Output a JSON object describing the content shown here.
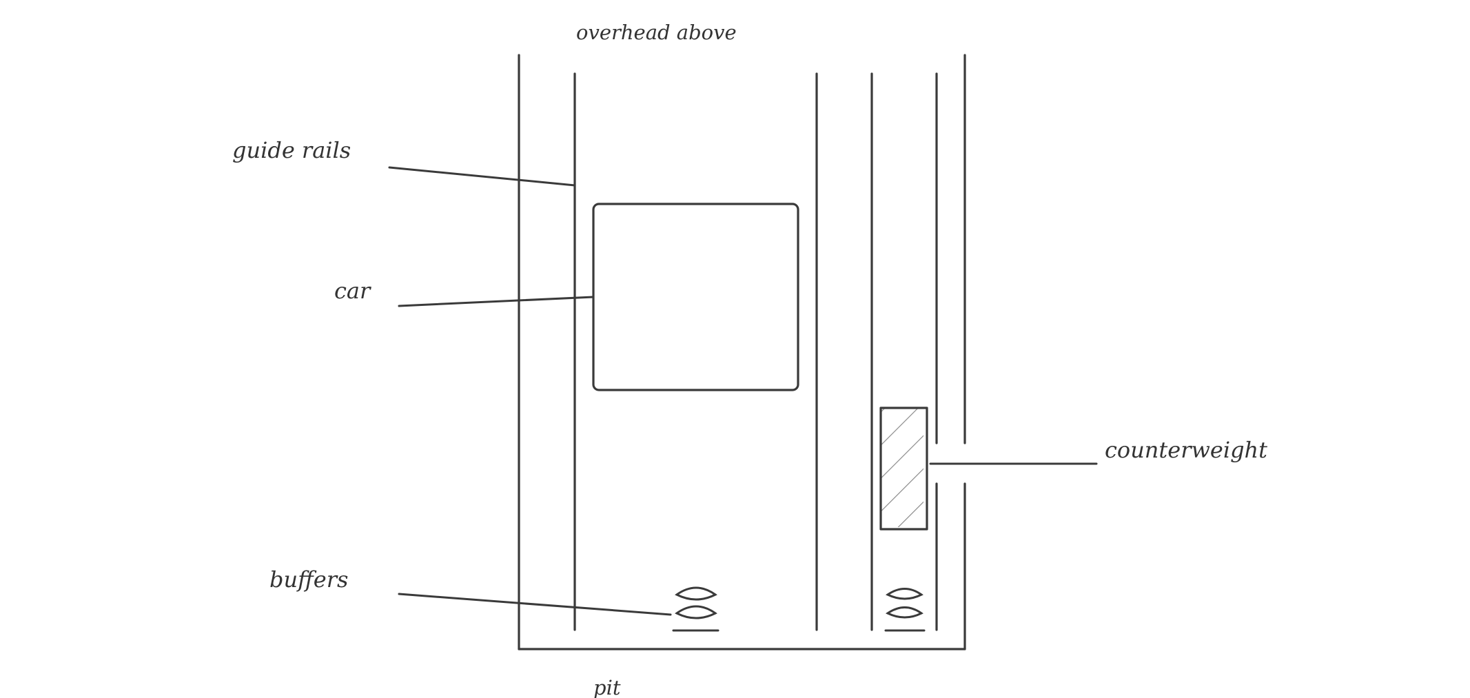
{
  "labels": {
    "overhead": "overhead above",
    "guide_rails": "guide rails",
    "car": "car",
    "buffers": "buffers",
    "counterweight": "counterweight",
    "pit": "pit"
  },
  "colors": {
    "line": "#3a3a3a",
    "hatch": "#8a8a8a",
    "text": "#333333",
    "background": "#ffffff"
  }
}
